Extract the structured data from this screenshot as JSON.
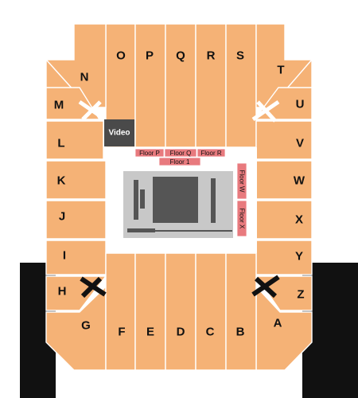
{
  "sections_right_labels": [
    "T",
    "U",
    "V",
    "W",
    "X",
    "Y",
    "Z",
    "A"
  ],
  "sections_left_labels": [
    "N",
    "M",
    "L",
    "K",
    "J",
    "I",
    "H",
    "G"
  ],
  "sections_top_labels": [
    "O",
    "P",
    "Q",
    "R",
    "S"
  ],
  "sections_bottom_labels": [
    "F",
    "E",
    "D",
    "C",
    "B"
  ],
  "video_label": "Video",
  "floor_sections": {
    "floor_p": "Floor P",
    "floor_q": "Floor Q",
    "floor_r": "Floor R",
    "floor_1": "Floor 1",
    "floor_w": "Floor W",
    "floor_x": "Floor X"
  },
  "colors": {
    "section": "#f5b276",
    "floor": "#e87a7e",
    "stage": "#c8c8c8",
    "stage_dark": "#555555",
    "tunnel": "#111111"
  }
}
